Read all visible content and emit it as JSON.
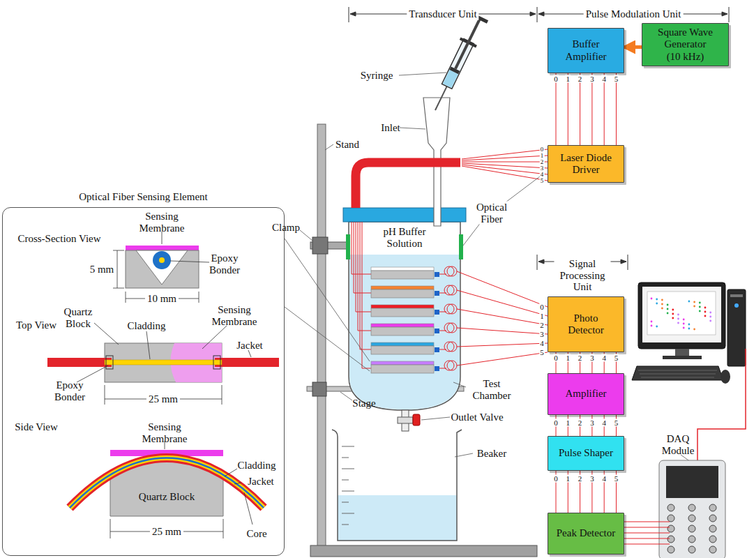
{
  "diagram": {
    "nodes": [
      {
        "text": [
          "Buffer Amplifier"
        ]
      },
      {
        "text": [
          "Square Wave Generator (10 kHz)"
        ]
      },
      {
        "text": [
          "Laser Diode Driver"
        ]
      },
      {
        "text": [
          "Optical Fiber Sensing Element"
        ]
      },
      {
        "text": [
          "Photo Detector"
        ]
      },
      {
        "text": [
          "Amplifier"
        ]
      },
      {
        "text": [
          "Pulse Shaper"
        ]
      },
      {
        "text": [
          "Peak Detector"
        ]
      }
    ],
    "edges": [
      {
        "from": 1,
        "to": 0,
        "arrow": "to"
      },
      {
        "from": 0,
        "to": 2,
        "arrow": "none"
      },
      {
        "from": 4,
        "to": 5,
        "arrow": "none"
      },
      {
        "from": 5,
        "to": 6,
        "arrow": "none"
      },
      {
        "from": 6,
        "to": 7,
        "arrow": "none"
      }
    ],
    "labels": [
      "Transducer Unit",
      "Pulse Modulation Unit",
      "Syringe",
      "Inlet",
      "Stand",
      "Clamp",
      "pH Buffer Solution",
      "Optical Fiber",
      "Signal Processing Unit",
      "Test Chamber",
      "Stage",
      "Outlet Valve",
      "Beaker",
      "DAQ Module",
      "Cross-Section View",
      "Sensing Membrane",
      "Epoxy Bonder",
      "5 mm",
      "10 mm",
      "Top View",
      "Quartz Block",
      "Cladding",
      "Sensing Membrane",
      "Jacket",
      "Epoxy Bonder",
      "25 mm",
      "Side View",
      "Sensing Membrane",
      "Cladding",
      "Jacket",
      "Quartz Block",
      "25 mm",
      "Core",
      "0",
      "1",
      "2",
      "3",
      "4",
      "5",
      "0",
      "1",
      "2",
      "3",
      "4",
      "5",
      "0",
      "1",
      "2",
      "3",
      "4",
      "5",
      "0",
      "1",
      "2",
      "3",
      "4",
      "5",
      "0",
      "1",
      "2",
      "3",
      "4",
      "5",
      "0",
      "1",
      "2",
      "3",
      "4",
      "5"
    ]
  }
}
